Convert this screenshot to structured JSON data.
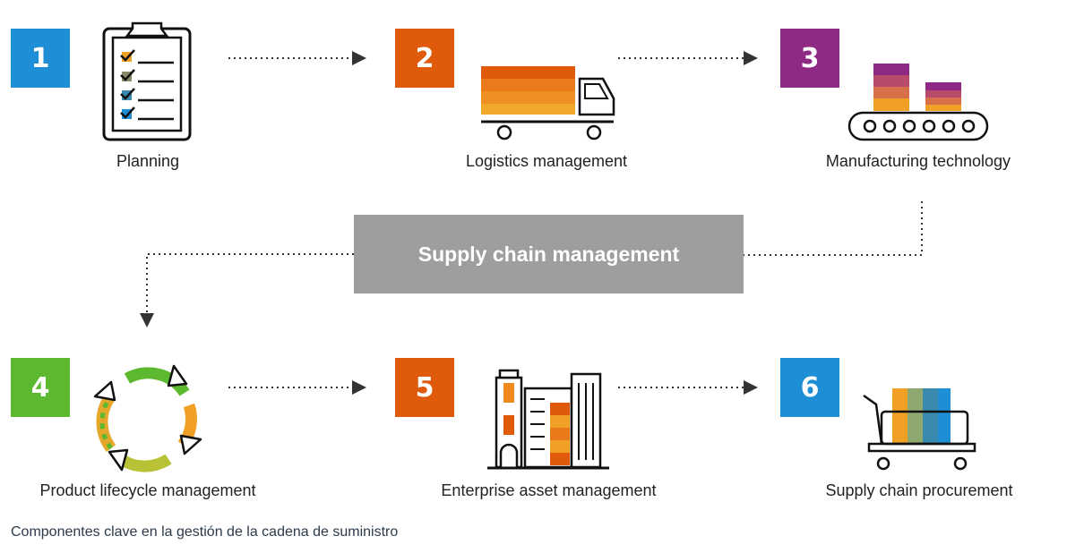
{
  "steps": [
    {
      "number": "1",
      "label": "Planning",
      "color": "#1e8fd6",
      "icon": "clipboard-checklist-icon"
    },
    {
      "number": "2",
      "label": "Logistics management",
      "color": "#e05a0c",
      "icon": "truck-icon"
    },
    {
      "number": "3",
      "label": "Manufacturing technology",
      "color": "#8e2a84",
      "icon": "conveyor-belt-icon"
    },
    {
      "number": "4",
      "label": "Product lifecycle management",
      "color": "#5cb82e",
      "icon": "recycle-cycle-icon"
    },
    {
      "number": "5",
      "label": "Enterprise asset management",
      "color": "#e05a0c",
      "icon": "city-buildings-icon"
    },
    {
      "number": "6",
      "label": "Supply chain procurement",
      "color": "#1e8fd6",
      "icon": "cart-with-boxes-icon"
    }
  ],
  "center": {
    "title": "Supply chain management",
    "color": "#9e9e9e"
  },
  "caption": "Componentes clave en la gestión de la cadena de suministro"
}
